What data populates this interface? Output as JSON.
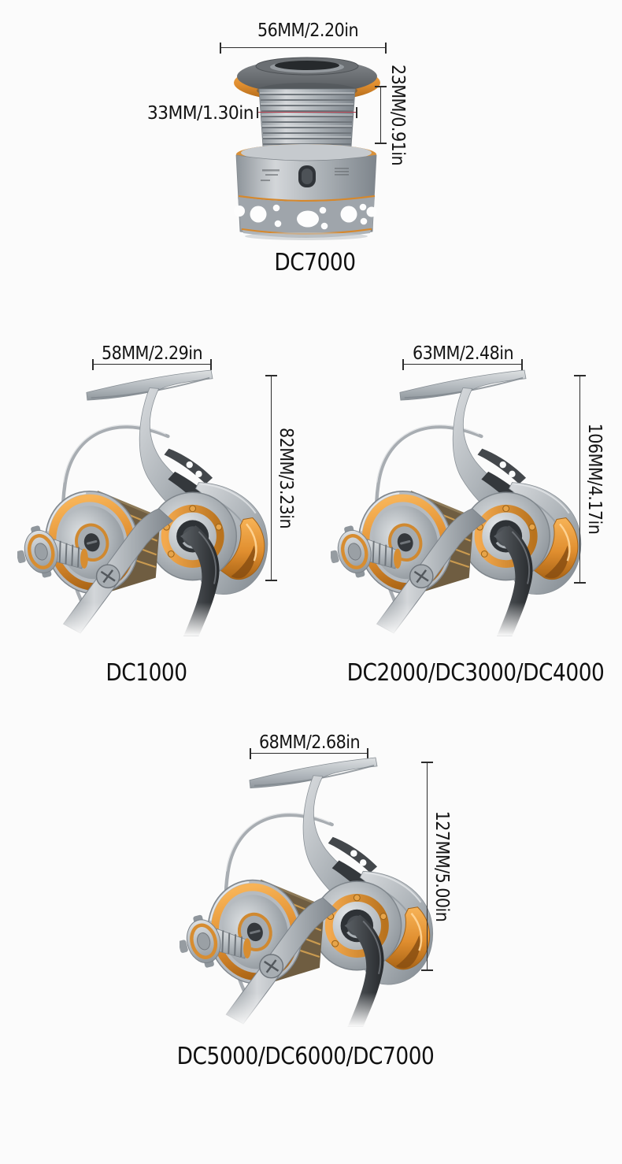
{
  "page": {
    "background": "#fbfbfb"
  },
  "spool": {
    "label": "DC7000",
    "dim_top": "56MM/2.20in",
    "dim_inner": "33MM/1.30in",
    "dim_height": "23MM/0.91in"
  },
  "reels": [
    {
      "label": "DC1000",
      "dim_width": "58MM/2.29in",
      "dim_height": "82MM/3.23in"
    },
    {
      "label": "DC2000/DC3000/DC4000",
      "dim_width": "63MM/2.48in",
      "dim_height": "106MM/4.17in"
    },
    {
      "label": "DC5000/DC6000/DC7000",
      "dim_width": "68MM/2.68in",
      "dim_height": "127MM/5.00in"
    }
  ],
  "colors": {
    "accent_gold": "#e08e2f",
    "metal_silver": "#aab0b5",
    "dimension_line": "#2c2c2c",
    "inner_diameter_line": "#b13a4a",
    "text": "#141414",
    "background": "#fbfbfb"
  }
}
